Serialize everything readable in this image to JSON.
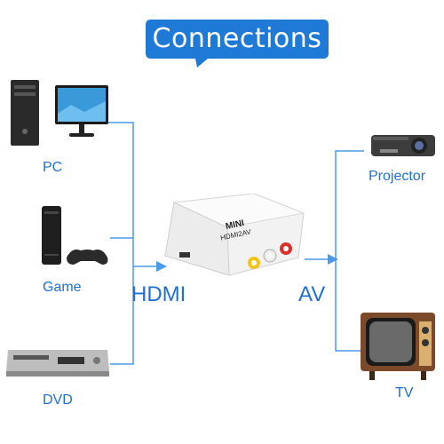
{
  "banner": {
    "title": "Connections",
    "color": "#1e7ad6"
  },
  "sources": [
    {
      "label": "PC",
      "icon": "pc-icon"
    },
    {
      "label": "Game",
      "icon": "game-console-icon"
    },
    {
      "label": "DVD",
      "icon": "dvd-player-icon"
    }
  ],
  "outputs": [
    {
      "label": "Projector",
      "icon": "projector-icon"
    },
    {
      "label": "TV",
      "icon": "tv-icon"
    }
  ],
  "converter": {
    "brand": "MINI",
    "model": "HDMI2AV",
    "left_port": "HDMI",
    "right_port": "AV"
  },
  "colors": {
    "accent": "#1e6fd6",
    "line": "#4a9ae8"
  }
}
